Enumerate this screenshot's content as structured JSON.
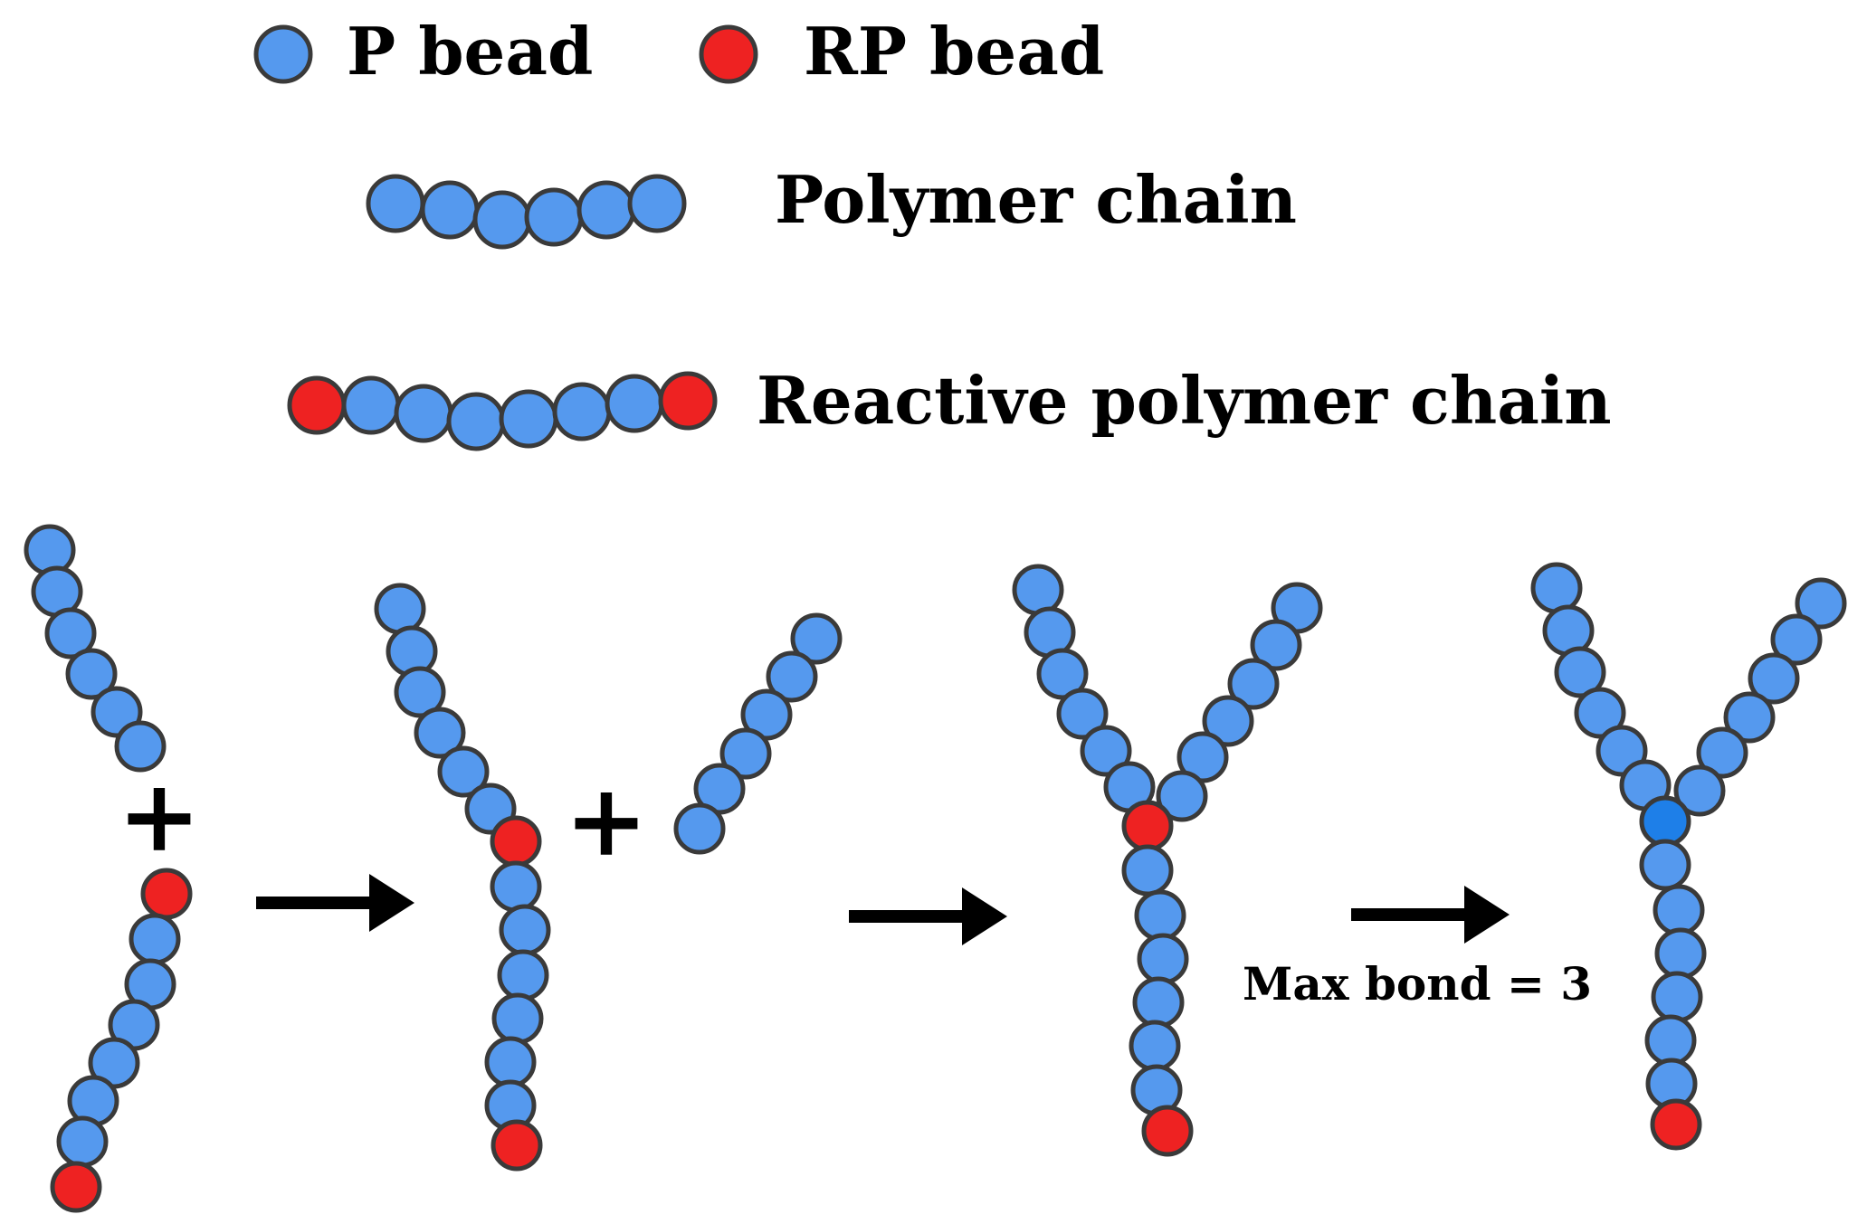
{
  "legend": {
    "p_bead_label": "P bead",
    "rp_bead_label": "RP bead",
    "polymer_chain_label": "Polymer chain",
    "reactive_chain_label": "Reactive polymer chain"
  },
  "reaction": {
    "plus_symbol": "+",
    "max_bond_label": "Max bond = 3"
  },
  "colors": {
    "p_bead": "#5599ee",
    "rp_bead": "#ee2222",
    "junction_bead": "#1e7fe8",
    "outline": "#3a3a3a",
    "arrow": "#000000"
  }
}
